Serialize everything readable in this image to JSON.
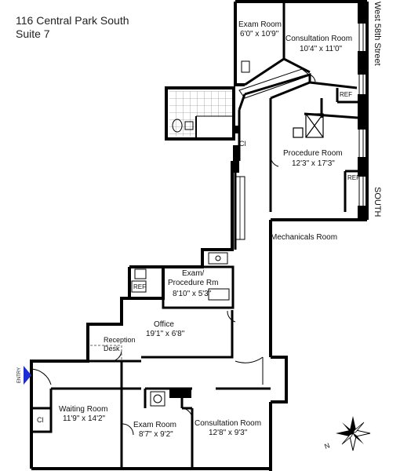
{
  "header": {
    "address": "116 Central Park South",
    "suite": "Suite 7"
  },
  "street": {
    "name": "West 58th Street",
    "direction": "SOUTH"
  },
  "entry_label": "ENTRY",
  "compass_label": "N",
  "rooms": {
    "exam_room_top": {
      "name": "Exam Room",
      "dims": "6'0\" x 10'9\""
    },
    "consultation_top": {
      "name": "Consultation Room",
      "dims": "10'4\" x 11'0\""
    },
    "procedure": {
      "name": "Procedure Room",
      "dims": "12'3\" x 17'3\""
    },
    "exam_procedure": {
      "name1": "Exam/",
      "name2": "Procedure Rm",
      "dims": "8'10\" x 5'3\""
    },
    "office": {
      "name": "Office",
      "dims": "19'1\" x 6'8\""
    },
    "reception": {
      "name1": "Reception",
      "name2": "Desk"
    },
    "waiting": {
      "name": "Waiting Room",
      "dims": "11'9\" x 14'2\""
    },
    "exam_bottom": {
      "name": "Exam Room",
      "dims": "8'7\" x 9'2\""
    },
    "consultation_bottom": {
      "name": "Consultation Room",
      "dims": "12'8\" x 9'3\""
    },
    "mechanicals": {
      "name": "Mechanicals Room"
    }
  },
  "fixtures": {
    "ref": "REF",
    "closet": "Cl"
  },
  "colors": {
    "wall": "#000000",
    "entry_arrow": "#1a2dd6",
    "tile": "#9a9a9a"
  }
}
